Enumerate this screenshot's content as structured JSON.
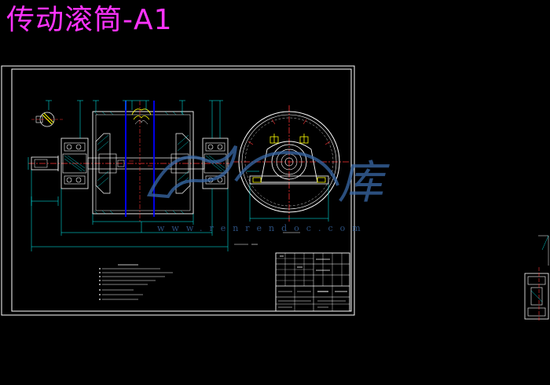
{
  "title": "传动滚筒-A1",
  "watermark": {
    "site": "www.renrendoc.com",
    "logo_glyph": "库"
  },
  "colors": {
    "background": "#000000",
    "title": "#ff33ff",
    "frame": "#ffffff",
    "outline": "#ffffff",
    "centerline": "#ff3333",
    "section": "#0000ff",
    "hatch": "#00ffff",
    "dimension": "#00ffff",
    "leader": "#00ffff",
    "detail": "#ffff00",
    "watermark": "#3a6aa8"
  }
}
